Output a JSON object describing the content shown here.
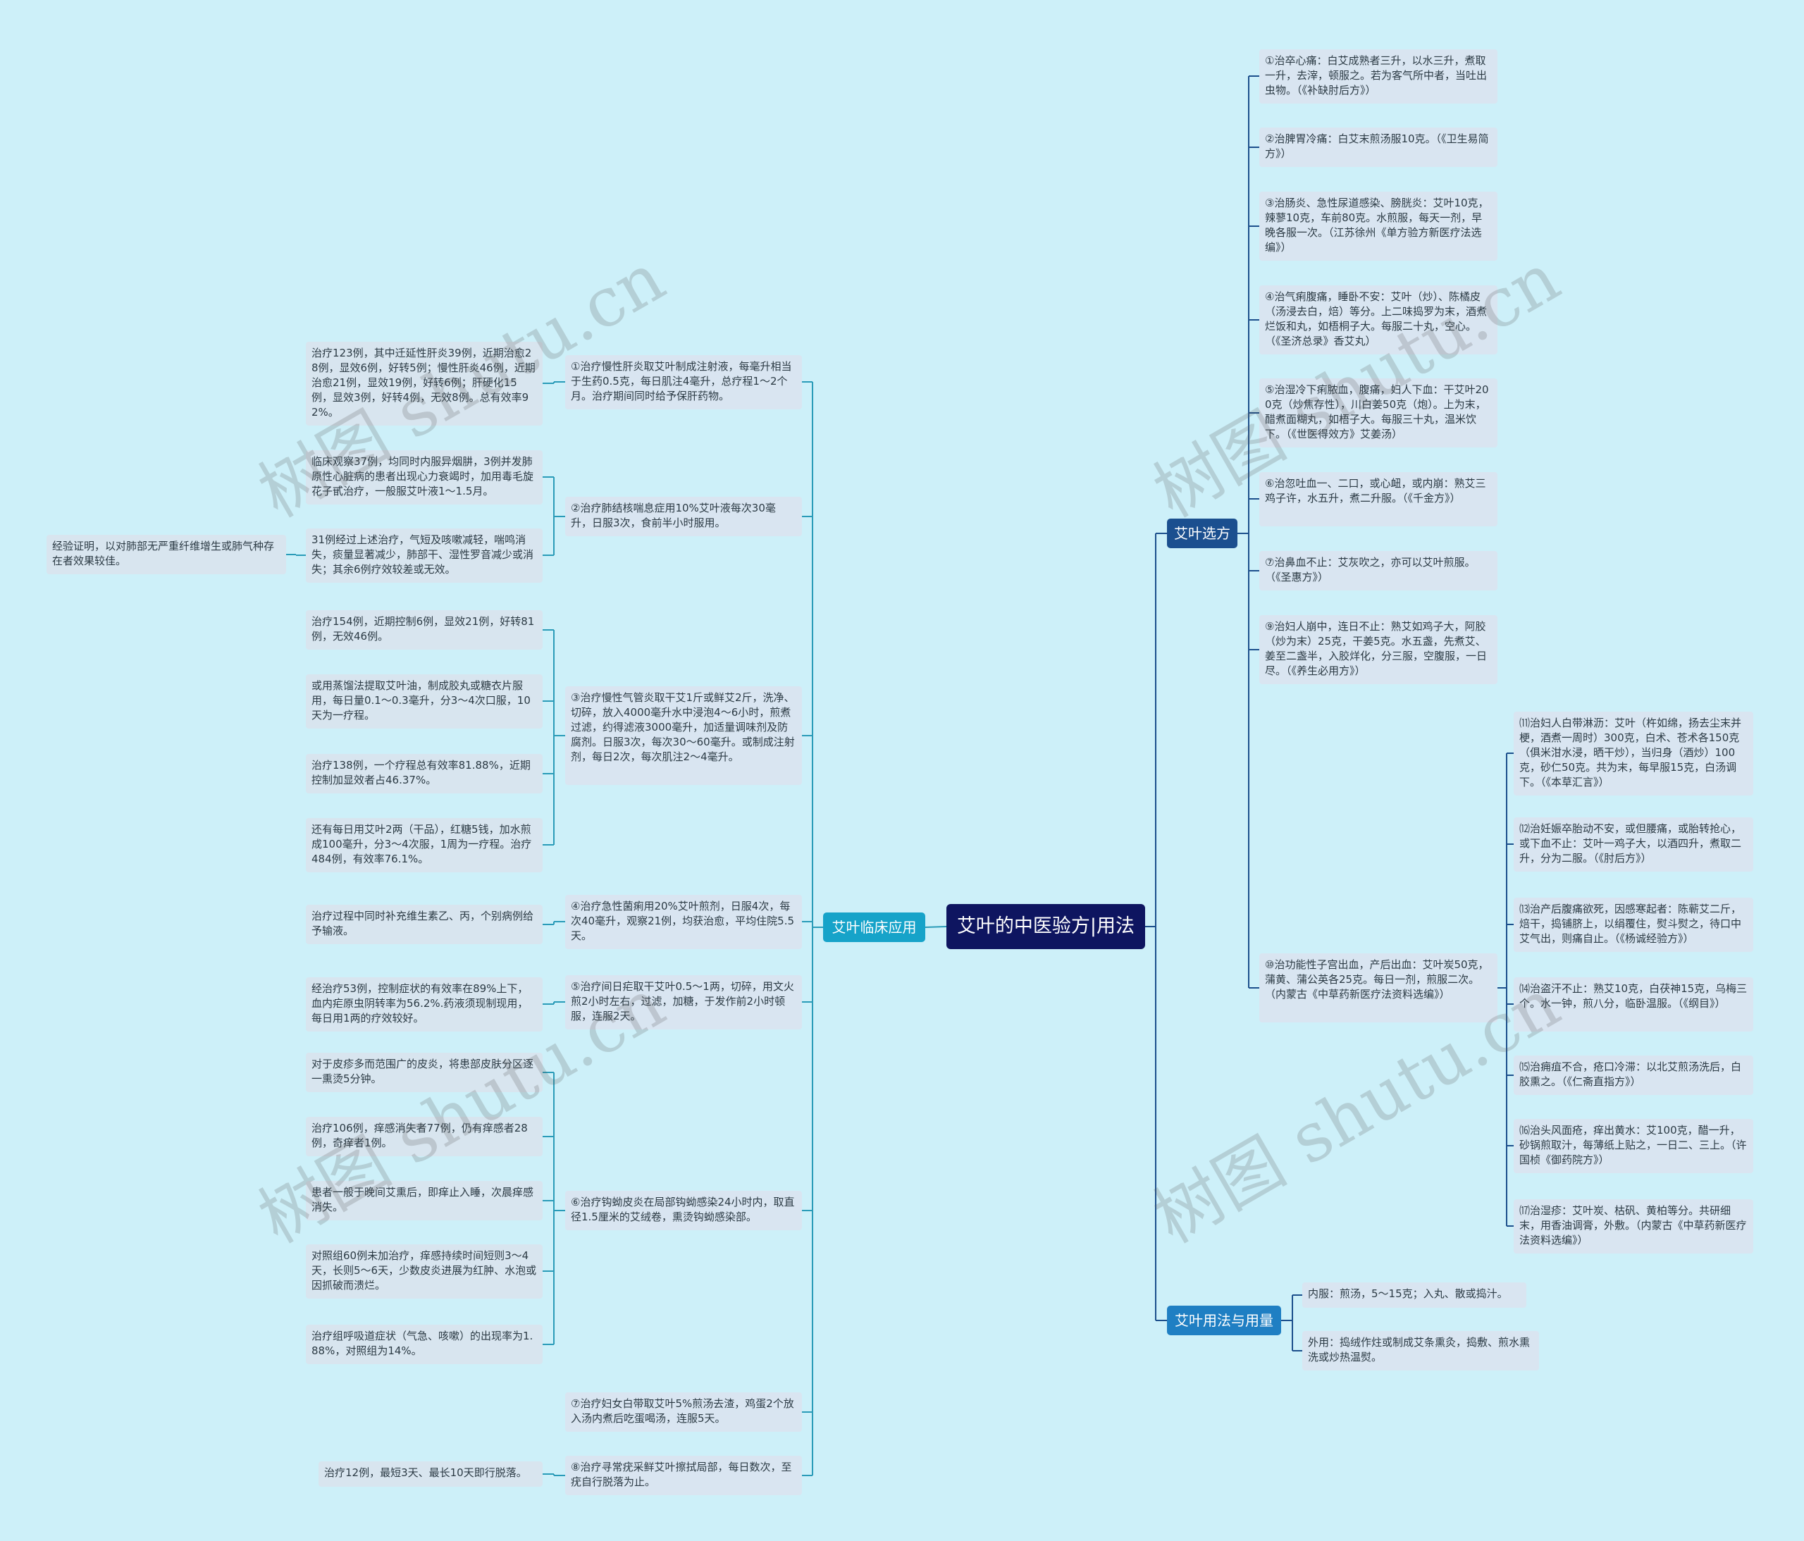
{
  "root": {
    "title": "艾叶的中医验方|用法"
  },
  "branches": {
    "xuanfang": "艾叶选方",
    "yongfa": "艾叶用法与用量",
    "linchuang": "艾叶临床应用"
  },
  "xuanfang_items": [
    "①治卒心痛：白艾成熟者三升，以水三升，煮取一升，去滓，顿服之。若为客气所中者，当吐出虫物。（《补缺肘后方》）",
    "②治脾胃冷痛：白艾末煎汤服10克。（《卫生易简方》）",
    "③治肠炎、急性尿道感染、膀胱炎：艾叶10克，辣蓼10克，车前80克。水煎服，每天一剂，早晚各服一次。（江苏徐州《单方验方新医疗法选编》）",
    "④治气痢腹痛，睡卧不安：艾叶（炒）、陈橘皮（汤浸去白，焙）等分。上二味捣罗为末，酒煮烂饭和丸，如梧桐子大。每服二十丸，空心。（《圣济总录》香艾丸）",
    "⑤治湿冷下痢脓血，腹痛，妇人下血：干艾叶200克（炒焦存性），川白姜50克（炮）。上为末，醋煮面糊丸，如梧子大。每服三十丸，温米饮下。（《世医得效方》艾姜汤）",
    "⑥治忽吐血一、二口，或心衄，或内崩：熟艾三鸡子许，水五升，煮二升服。（《千金方》）",
    "⑦治鼻血不止：艾灰吹之，亦可以艾叶煎服。（《圣惠方》）",
    "⑨治妇人崩中，连日不止：熟艾如鸡子大，阿胶（炒为末）25克，干姜5克。水五盏，先煮艾、姜至二盏半，入胶烊化，分三服，空腹服，一日尽。（《养生必用方》）",
    "⑩治功能性子宫出血，产后出血：艾叶炭50克，蒲黄、蒲公英各25克。每日一剂，煎服二次。（内蒙古《中草药新医疗法资料选编》）"
  ],
  "item10_children": [
    "⑾治妇人白带淋沥：艾叶（杵如绵，扬去尘末并梗，酒煮一周时）300克，白术、苍术各150克（俱米泔水浸，晒干炒），当归身（酒炒）100克，砂仁50克。共为末，每早服15克，白汤调下。（《本草汇言》）",
    "⑿治妊娠卒胎动不安，或但腰痛，或胎转抢心，或下血不止：艾叶一鸡子大，以酒四升，煮取二升，分为二服。（《肘后方》）",
    "⒀治产后腹痛欲死，因感寒起者：陈蕲艾二斤，焙干，捣铺脐上，以绢覆住，熨斗熨之，待口中艾气出，则痛自止。（《杨诚经验方》）",
    "⒁治盗汗不止：熟艾10克，白茯神15克，乌梅三个。水一钟，煎八分，临卧温服。（《纲目》）",
    "⒂治痈疽不合，疮口冷滞：以北艾煎汤洗后，白胶熏之。（《仁斋直指方》）",
    "⒃治头风面疮，痒出黄水：艾100克，醋一升，砂锅煎取汁，每薄纸上贴之，一日二、三上。（许国桢《御药院方》）",
    "⒄治湿疹：艾叶炭、枯矾、黄柏等分。共研细末，用香油调膏，外敷。（内蒙古《中草药新医疗法资料选编》）"
  ],
  "yongfa_items": [
    "内服：煎汤，5～15克；入丸、散或捣汁。",
    "外用：捣绒作炷或制成艾条熏灸，捣敷、煎水熏洗或炒热温熨。"
  ],
  "linchuang_items": [
    {
      "text": "①治疗慢性肝炎取艾叶制成注射液，每毫升相当于生药0.5克，每日肌注4毫升，总疗程1～2个月。治疗期间同时给予保肝药物。",
      "children": [
        "治疗123例，其中迁延性肝炎39例，近期治愈28例，显效6例，好转5例；慢性肝炎46例，近期治愈21例，显效19例，好转6例；肝硬化15例，显效3例，好转4例，无效8例。总有效率92%。"
      ]
    },
    {
      "text": "②治疗肺结核喘息症用10%艾叶液每次30毫升，日服3次，食前半小时服用。",
      "children": [
        "临床观察37例，均同时内服异烟肼，3例并发肺原性心脏病的患者出现心力衰竭时，加用毒毛旋花子甙治疗，一般服艾叶液1～1.5月。",
        "31例经过上述治疗，气短及咳嗽减轻，喘鸣消失，痰量显著减少，肺部干、湿性罗音减少或消失；其余6例疗效较差或无效。"
      ],
      "grandchild": "经验证明，以对肺部无严重纤维增生或肺气种存在者效果较佳。"
    },
    {
      "text": "③治疗慢性气管炎取干艾1斤或鲜艾2斤，洗净、切碎，放入4000毫升水中浸泡4～6小时，煎煮过滤，约得滤液3000毫升，加适量调味剂及防腐剂。日服3次，每次30～60毫升。或制成注射剂，每日2次，每次肌注2～4毫升。",
      "children": [
        "治疗154例，近期控制6例，显效21例，好转81例，无效46例。",
        "或用蒸馏法提取艾叶油，制成胶丸或糖衣片服用，每日量0.1～0.3毫升，分3～4次口服，10天为一疗程。",
        "治疗138例，一个疗程总有效率81.88%，近期控制加显效者占46.37%。",
        "还有每日用艾叶2两（干品），红糖5钱，加水煎成100毫升，分3～4次服，1周为一疗程。治疗484例，有效率76.1%。"
      ]
    },
    {
      "text": "④治疗急性菌痢用20%艾叶煎剂，日服4次，每次40毫升，观察21例，均获治愈，平均住院5.5天。",
      "children": [
        "治疗过程中同时补充维生素乙、丙，个别病例给予输液。"
      ]
    },
    {
      "text": "⑤治疗间日疟取干艾叶0.5～1两，切碎，用文火煎2小时左右，过滤，加糖，于发作前2小时顿服，连服2天。",
      "children": [
        "经治疗53例，控制症状的有效率在89%上下，血内疟原虫阴转率为56.2%.药液须现制现用，每日用1两的疗效较好。"
      ]
    },
    {
      "text": "⑥治疗钩蚴皮炎在局部钩蚴感染24小时内，取直径1.5厘米的艾绒卷，熏烫钩蚴感染部。",
      "children": [
        "对于皮疹多而范围广的皮炎，将患部皮肤分区逐一熏烫5分钟。",
        "治疗106例，痒感消失者77例，仍有痒感者28例，奇痒者1例。",
        "患者一般于晚间艾熏后，即痒止入睡，次晨痒感消失。",
        "对照组60例未加治疗，痒感持续时间短则3～4天，长则5～6天，少数皮炎进展为红肿、水泡或因抓破而溃烂。",
        "治疗组呼吸道症状（气急、咳嗽）的出现率为1.88%，对照组为14%。"
      ]
    },
    {
      "text": "⑦治疗妇女白带取艾叶5%煎汤去渣，鸡蛋2个放入汤内煮后吃蛋喝汤，连服5天。",
      "children": []
    },
    {
      "text": "⑧治疗寻常疣采鲜艾叶擦拭局部，每日数次，至疣自行脱落为止。",
      "children": [
        "治疗12例，最短3天、最长10天即行脱落。"
      ]
    }
  ],
  "watermark": "树图 shutu.cn",
  "colors": {
    "background": "#cdf0f9",
    "root": "#0e1560",
    "branch_xuanfang": "#1b4f8f",
    "branch_yongfa": "#1f7fc3",
    "branch_linchuang": "#16a3c9",
    "node": "#d9e5f1",
    "link_right": "#1c4f8c",
    "link_left": "#2a9bb8"
  }
}
